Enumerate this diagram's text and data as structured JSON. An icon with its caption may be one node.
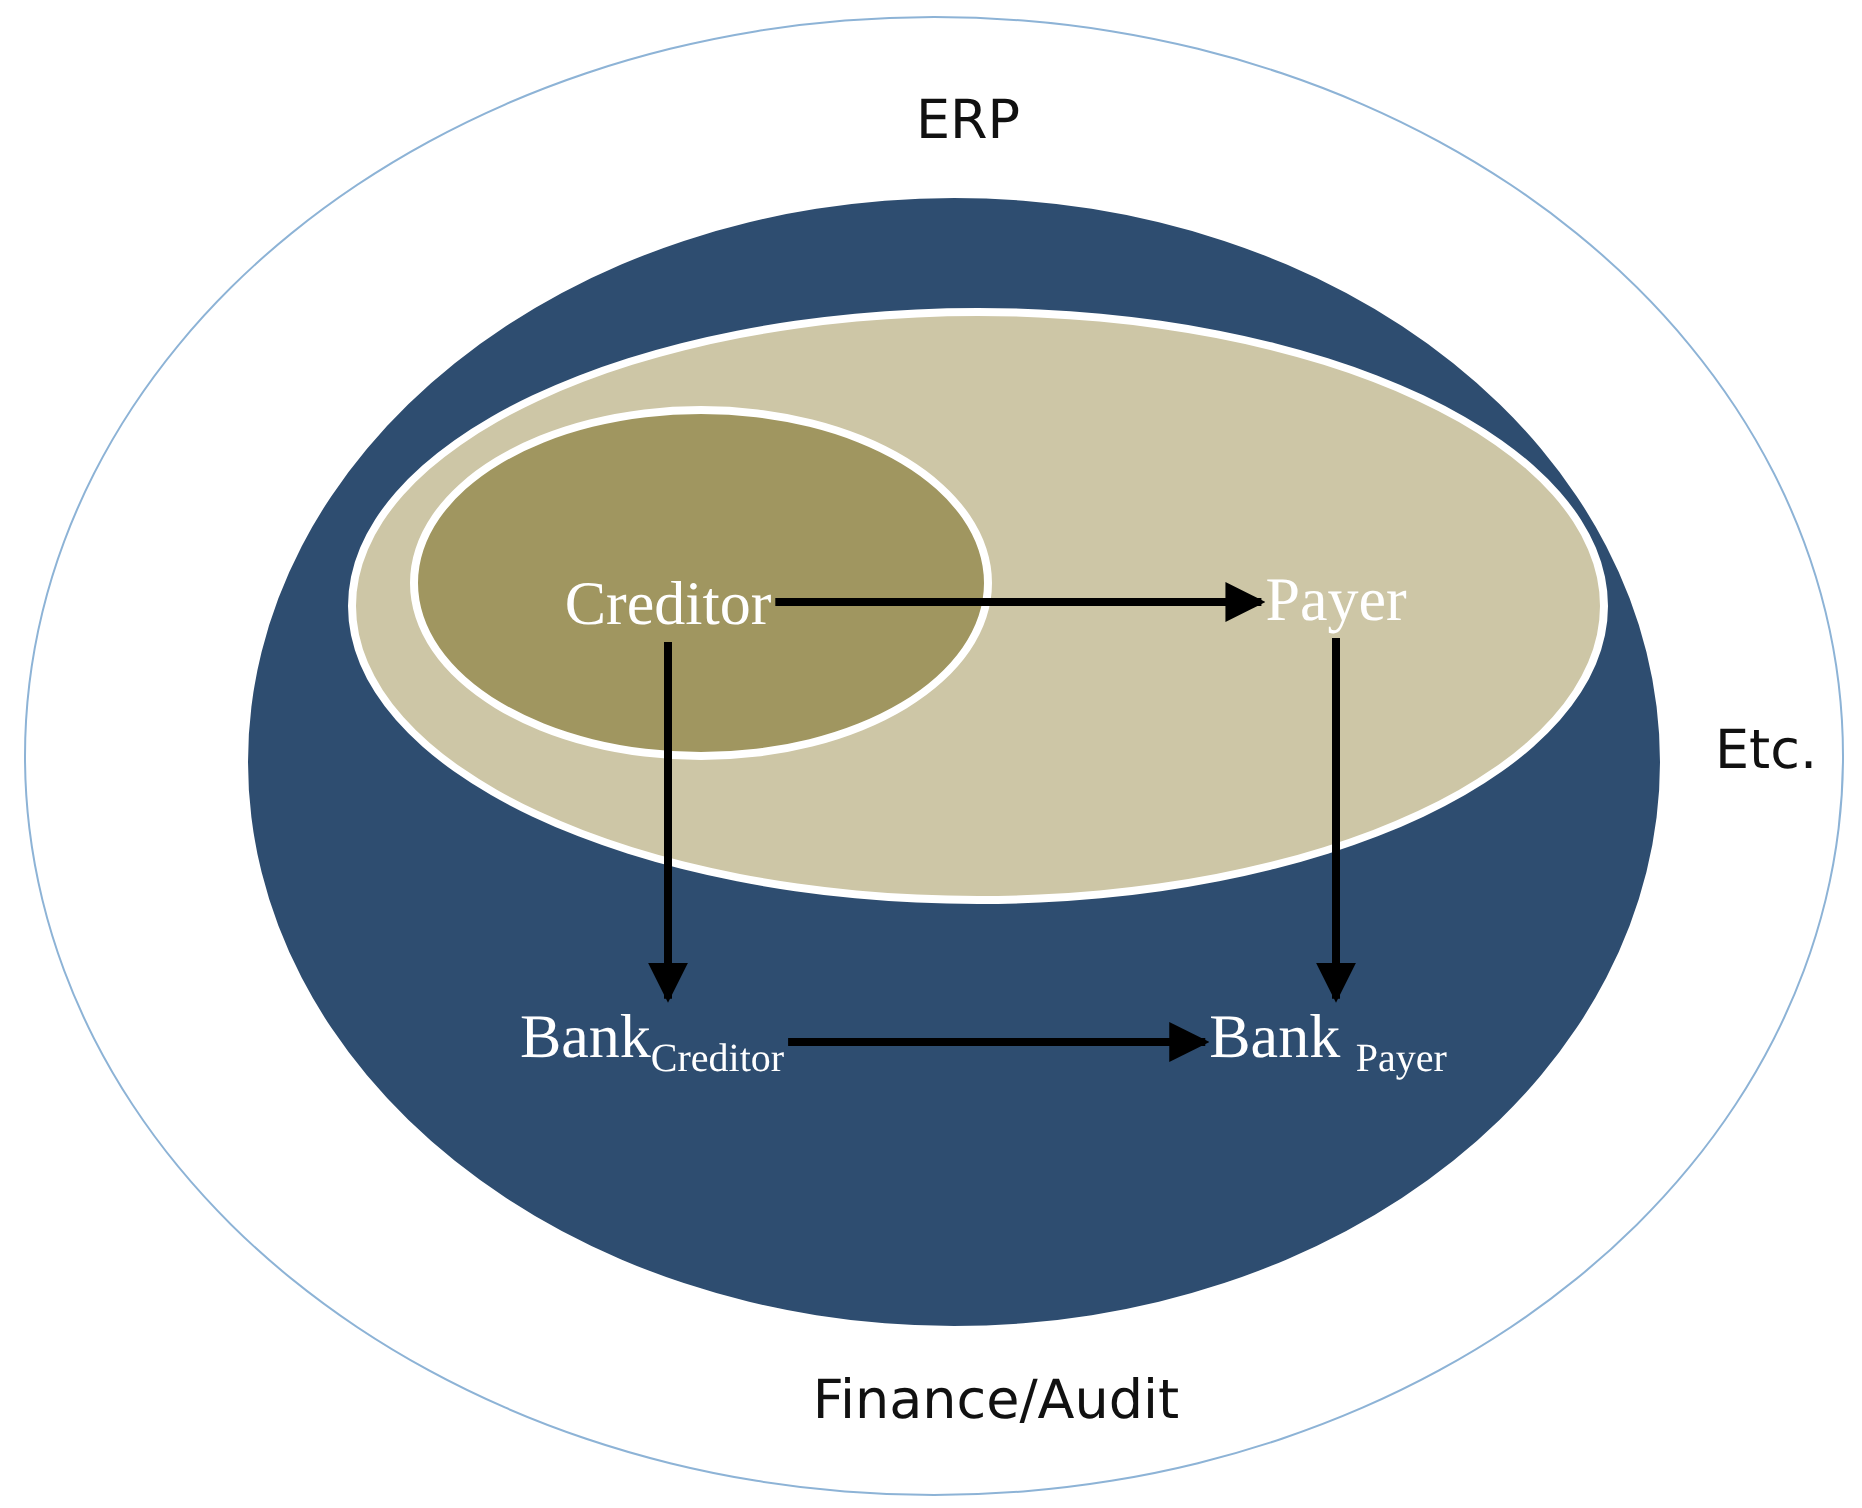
{
  "diagram": {
    "nodes": [
      {
        "text": [
          "ERP",
          "Etc.",
          "Finance/Audit"
        ]
      },
      {
        "text": [],
        "shape": "ellipse",
        "in": 0
      },
      {
        "text": [],
        "shape": "ellipse",
        "in": 1
      },
      {
        "text": [
          "Creditor"
        ],
        "in": 2
      },
      {
        "text": [
          "Payer"
        ],
        "in": 2
      },
      {
        "text": [
          "Bank$_{Creditor}$"
        ],
        "in": 1
      },
      {
        "text": [
          "Bank $_{Payer}$"
        ],
        "in": 1
      }
    ],
    "edges": [
      {
        "from": 3,
        "to": 4,
        "arrow": "to"
      },
      {
        "from": 3,
        "to": 5,
        "arrow": "to"
      },
      {
        "from": 4,
        "to": 6,
        "arrow": "to"
      },
      {
        "from": 5,
        "to": 6,
        "arrow": "to"
      }
    ]
  }
}
